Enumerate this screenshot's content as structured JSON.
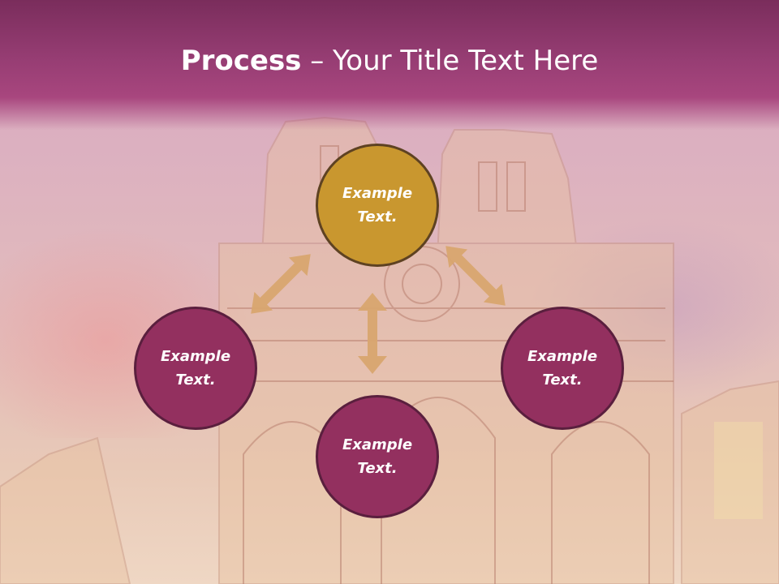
{
  "slide": {
    "title_bold": "Process",
    "title_rest": "– Your Title Text Here"
  },
  "diagram": {
    "top": {
      "line1": "Example",
      "line2": "Text.",
      "color": "#c9972f"
    },
    "left": {
      "line1": "Example",
      "line2": "Text.",
      "color": "#93305f"
    },
    "right": {
      "line1": "Example",
      "line2": "Text.",
      "color": "#93305f"
    },
    "bottom": {
      "line1": "Example",
      "line2": "Text.",
      "color": "#93305f"
    },
    "arrow_color": "#d9a66f"
  },
  "colors": {
    "header": "#963d73",
    "accent_gold": "#c9972f",
    "accent_plum": "#93305f"
  }
}
